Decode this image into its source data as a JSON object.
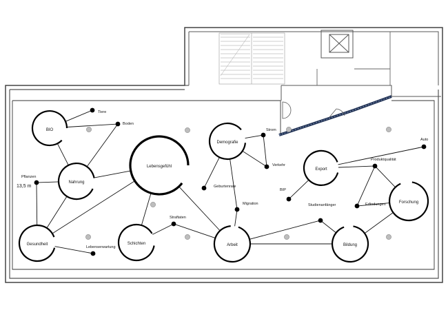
{
  "plan": {
    "dimension_label": "13,5 m",
    "nodes": {
      "bio": "BIO",
      "nahrung": "Nahrung",
      "gesundheit": "Gesundheit",
      "lebensgefuehl": "Lebensgefühl",
      "schichten": "Schichten",
      "demografie": "Demografie",
      "arbeit": "Arbeit",
      "export": "Export",
      "forschung": "Forschung",
      "bildung": "Bildung"
    },
    "dots": {
      "tiere": "Tiere",
      "boden": "Boden",
      "pflanzen": "Pflanzen",
      "lebenserwartung": "Lebenserwartung",
      "straftaten": "Straftaten",
      "strom": "Strom",
      "verkehr": "Verkehr",
      "geburtenrate": "Geburtenrate",
      "migration": "Migration",
      "bip": "BIP",
      "auto": "Auto",
      "produktqualitaet": "Produktqualität",
      "erfindungen": "Erfindungen",
      "studienanfaenger": "Studienanfänger"
    }
  }
}
